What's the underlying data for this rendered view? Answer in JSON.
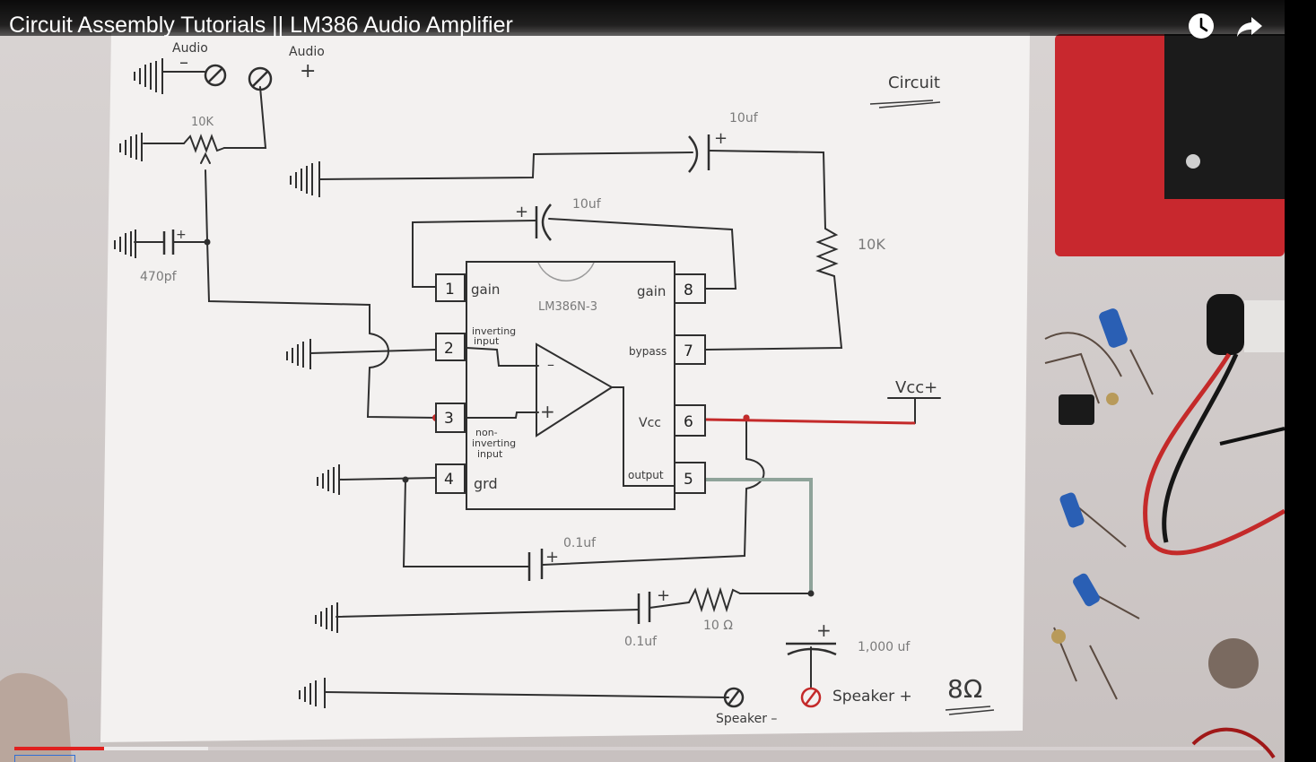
{
  "player": {
    "title": "Circuit Assembly Tutorials || LM386 Audio Amplifier",
    "progress": {
      "played_fraction": 0.072,
      "buffered_fraction": 0.155
    }
  },
  "schematic": {
    "labels": {
      "audio_neg": "Audio",
      "audio_neg_sign": "–",
      "audio_pos": "Audio",
      "audio_pos_sign": "+",
      "circuit": "Circuit",
      "pot_value": "10K",
      "cap_top_value": "10uf",
      "cap_gain_value": "10uf",
      "res_right_value": "10K",
      "cap_in_value": "470pf",
      "chip_name": "LM386N-3",
      "pin1_name": "gain",
      "pin8_name": "gain",
      "pin7_name": "bypass",
      "pin6_name": "Vcc",
      "pin5_name": "output",
      "pin4_name": "grd",
      "inv_label_1": "inverting",
      "inv_label_2": "input",
      "noninv_label_1": "non-",
      "noninv_label_2": "inverting",
      "noninv_label_3": "input",
      "opamp_minus": "–",
      "opamp_plus": "+",
      "vcc": "Vcc+",
      "cap_bypass_value": "0.1uf",
      "cap_zobel_value": "0.1uf",
      "res_zobel_value": "10 Ω",
      "cap_out_value": "1,000 uf",
      "speaker_pos": "Speaker +",
      "speaker_neg": "Speaker –",
      "speaker_imp": "8Ω"
    },
    "pins": [
      "1",
      "2",
      "3",
      "4",
      "5",
      "6",
      "7",
      "8"
    ]
  },
  "colors": {
    "progress_played": "#e0201e",
    "vcc_wire": "#c42a2a",
    "output_wire": "#8fa39a",
    "toolbox_red": "#c8282e"
  },
  "icons": {
    "watch_later": "clock-icon",
    "share": "share-arrow-icon"
  }
}
